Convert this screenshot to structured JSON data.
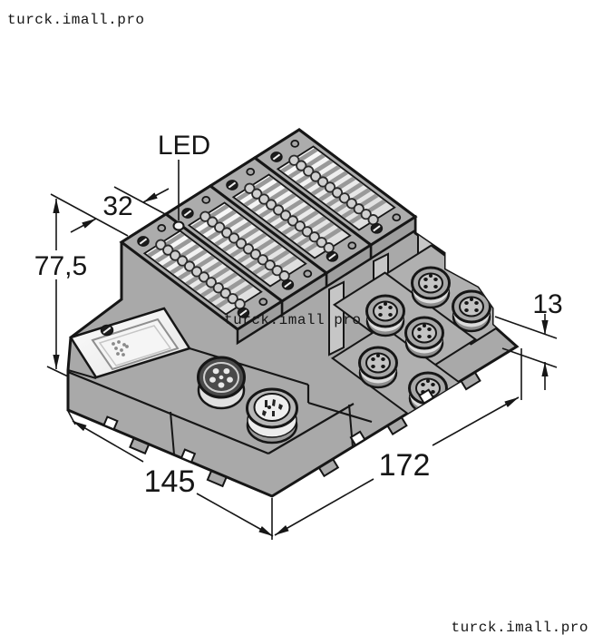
{
  "watermark": {
    "top_left": "turck.imall.pro",
    "center": "turck.imall.pro",
    "bottom_right": "turck.imall.pro"
  },
  "annotations": {
    "led": "LED",
    "module_width": "32",
    "height": "77,5",
    "rail": "13",
    "depth": "145",
    "width": "172"
  },
  "figure": {
    "terminal_modules": 4,
    "front_connectors": 2,
    "side_connectors": 6,
    "led_count": 1
  },
  "colors": {
    "line": "#161616",
    "body": "#a9a9a9",
    "body_dark": "#9e9e9e",
    "column": "#c6c6c6",
    "platform": "#b0b0b0",
    "stripe": "#999999",
    "inlay_hi": "#ffffff",
    "inlay_lo": "#d8d8d8",
    "plate_hi": "#fcfcfc",
    "plate_lo": "#e6e6e6",
    "watermark_light": "#a2a2a2",
    "watermark_dark": "#8f8f8f",
    "paper": "#ffffff"
  }
}
